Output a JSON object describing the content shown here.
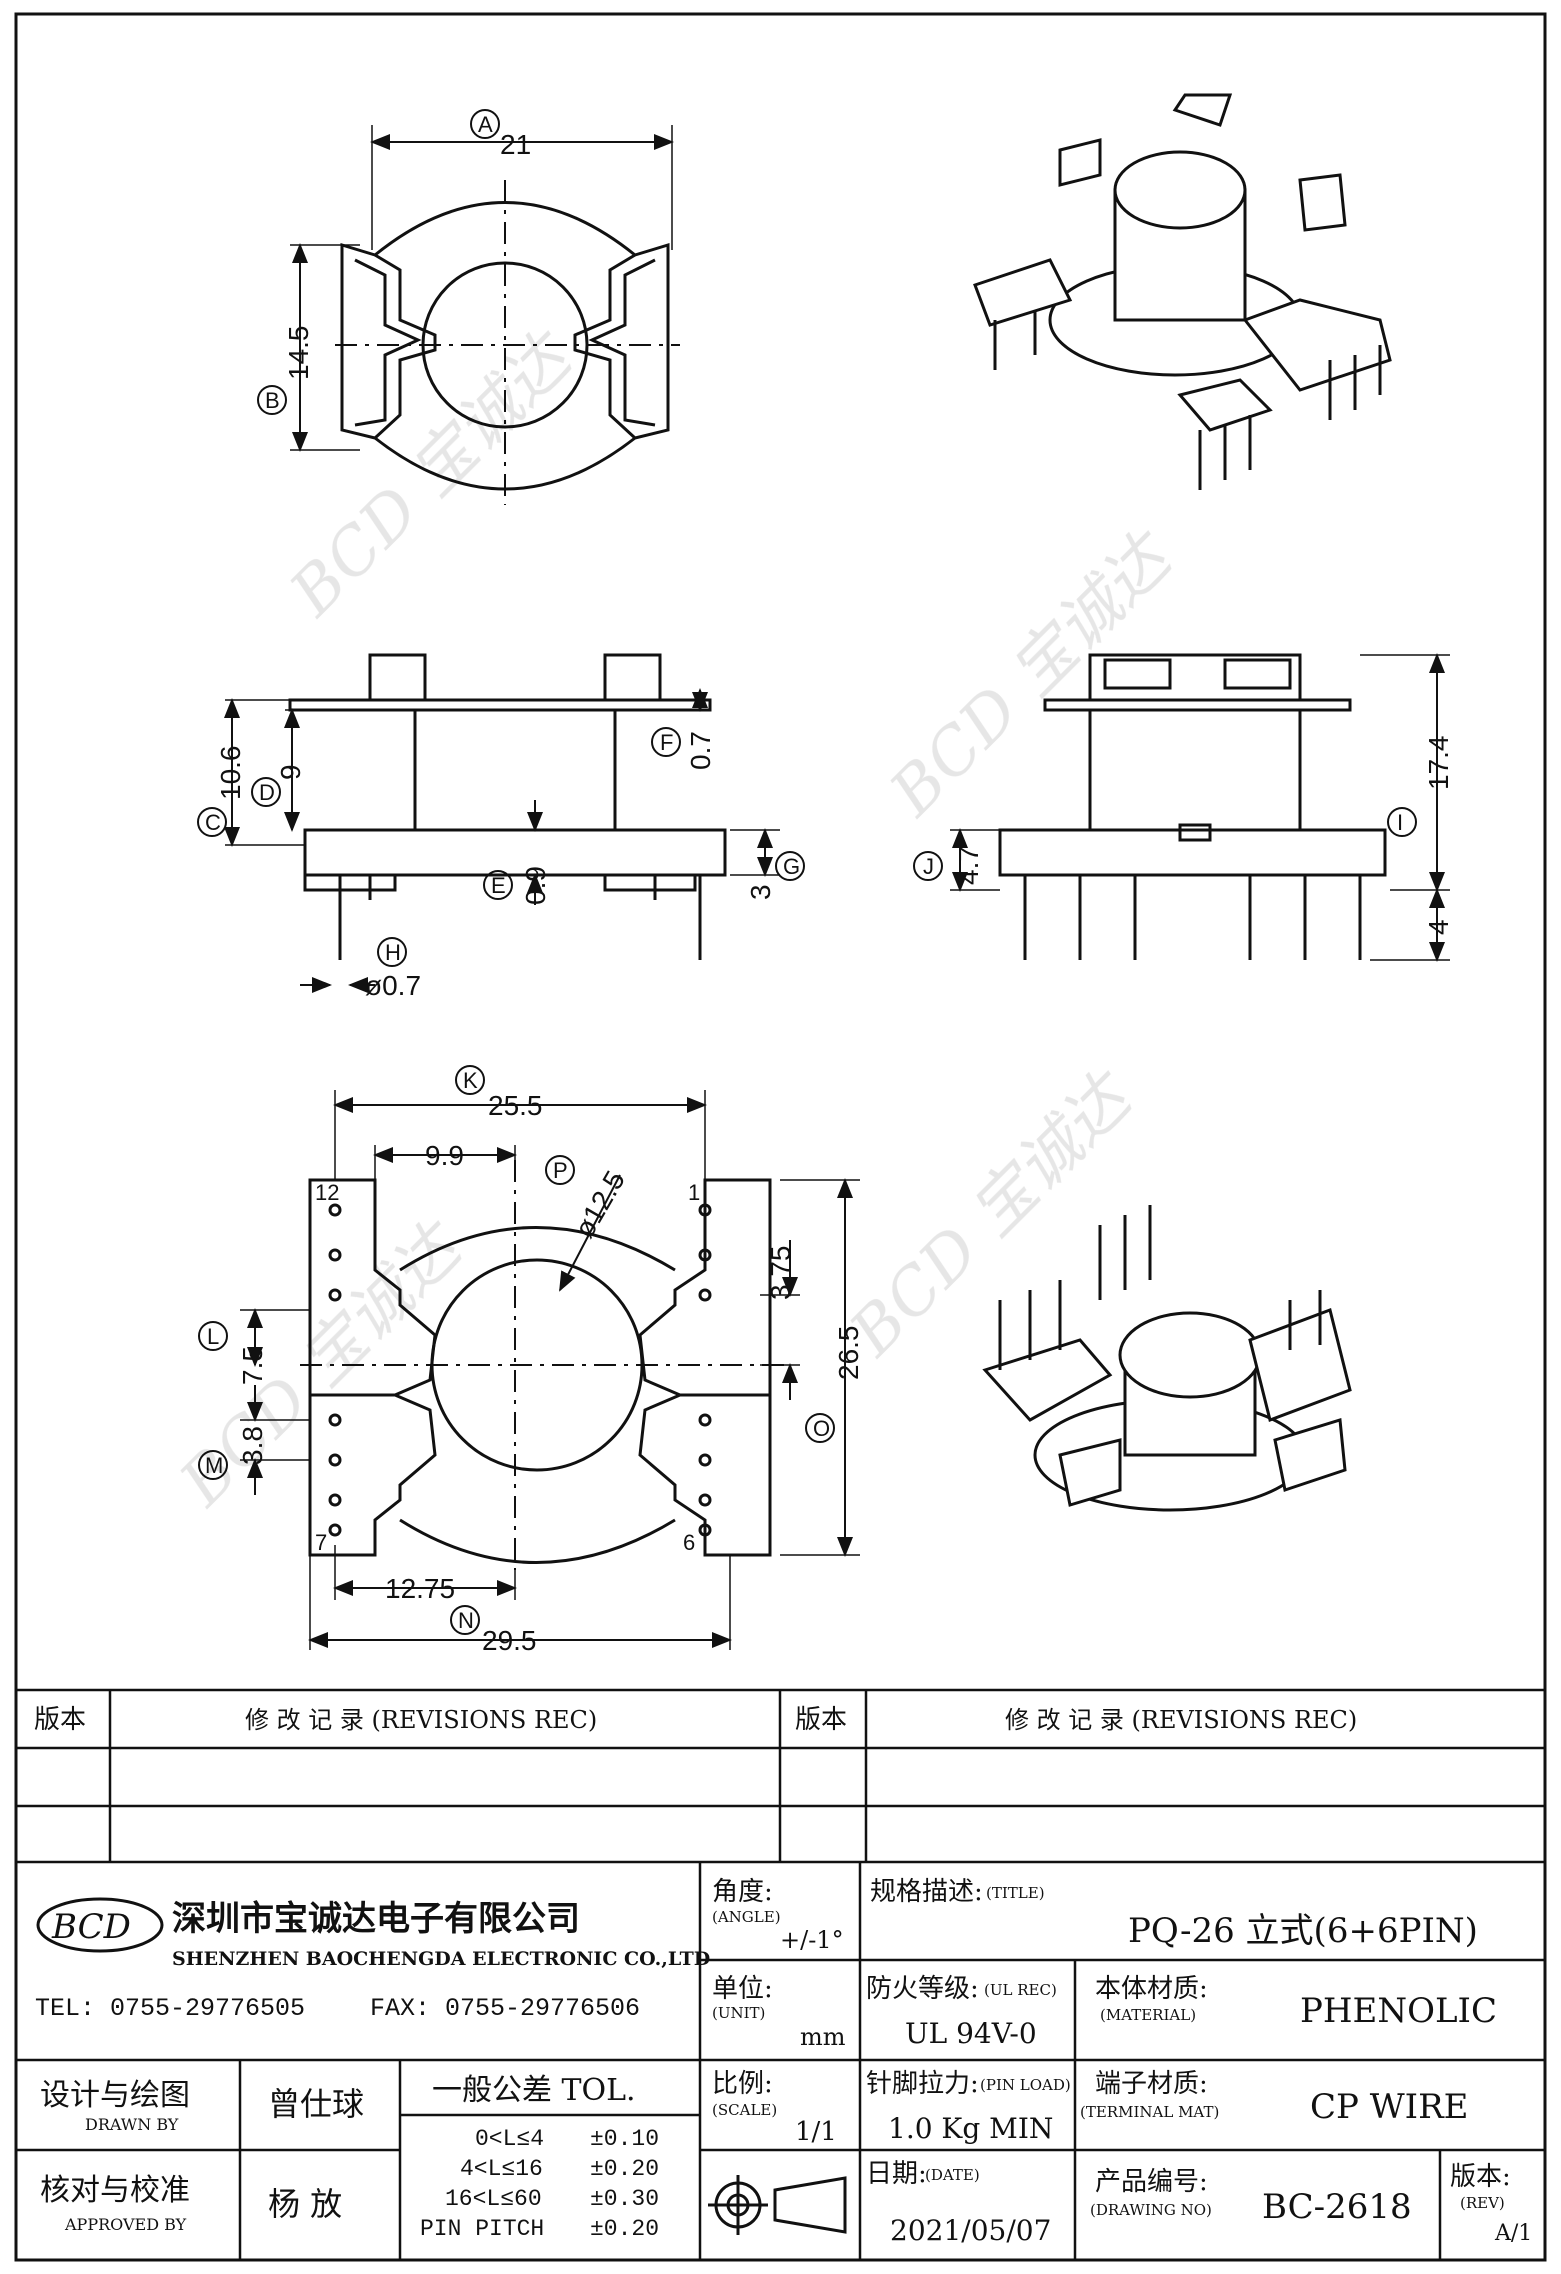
{
  "views": {
    "top": {
      "dim_A": "21",
      "dim_B": "14.5",
      "circle_labels": [
        "A",
        "B"
      ]
    },
    "front": {
      "dim_C": "10.6",
      "dim_D": "9",
      "dim_F": "0.7",
      "dim_E": "0.9",
      "dim_G": "3",
      "dim_H": "ø0.7",
      "circle_labels": [
        "C",
        "D",
        "E",
        "F",
        "G",
        "H"
      ]
    },
    "side": {
      "dim_I": "17.4",
      "dim_J": "4.7",
      "dim_bottom": "4",
      "circle_labels": [
        "I",
        "J"
      ]
    },
    "bottom": {
      "dim_K": "25.5",
      "dim_99": "9.9",
      "dim_P": "ø12.5",
      "dim_375": "3.75",
      "dim_L": "7.5",
      "dim_M": "3.8",
      "dim_O": "26.5",
      "dim_1275": "12.75",
      "dim_N": "29.5",
      "pin_labels": {
        "p12": "12",
        "p1": "1",
        "p7": "7",
        "p6": "6"
      },
      "circle_labels": [
        "K",
        "P",
        "L",
        "M",
        "O",
        "N"
      ]
    }
  },
  "watermark": "BCD 宝诚达",
  "revisions": {
    "left_header_ver": "版本",
    "left_header_rec": "修 改 记 录 (REVISIONS REC)",
    "right_header_ver": "版本",
    "right_header_rec": "修 改 记 录 (REVISIONS REC)"
  },
  "company": {
    "logo_text": "BCD",
    "name_cn": "深圳市宝诚达电子有限公司",
    "name_en": "SHENZHEN BAOCHENGDA ELECTRONIC CO.,LTD",
    "tel": "TEL: 0755-29776505",
    "fax": "FAX: 0755-29776506"
  },
  "title_block": {
    "angle_label": "角度:",
    "angle_label_en": "(ANGLE)",
    "angle_value": "+/-1°",
    "title_label": "规格描述:",
    "title_label_en": "(TITLE)",
    "title_value": "PQ-26 立式(6+6PIN)",
    "unit_label": "单位:",
    "unit_label_en": "(UNIT)",
    "unit_value": "mm",
    "ul_label": "防火等级:",
    "ul_label_en": "(UL REC)",
    "ul_value": "UL 94V-0",
    "material_label": "本体材质:",
    "material_label_en": "(MATERIAL)",
    "material_value": "PHENOLIC",
    "drawn_label": "设计与绘图",
    "drawn_label_en": "DRAWN BY",
    "drawn_value": "曾仕球",
    "tol_label": "一般公差 TOL.",
    "tol_rows": [
      {
        "range": "0<L≤4",
        "tol": "±0.10"
      },
      {
        "range": "4<L≤16",
        "tol": "±0.20"
      },
      {
        "range": "16<L≤60",
        "tol": "±0.30"
      },
      {
        "range": "PIN PITCH",
        "tol": "±0.20"
      }
    ],
    "scale_label": "比例:",
    "scale_label_en": "(SCALE)",
    "scale_value": "1/1",
    "pinload_label": "针脚拉力:",
    "pinload_label_en": "(PIN LOAD)",
    "pinload_value": "1.0 Kg MIN",
    "terminal_label": "端子材质:",
    "terminal_label_en": "(TERMINAL MAT)",
    "terminal_value": "CP WIRE",
    "approved_label": "核对与校准",
    "approved_label_en": "APPROVED BY",
    "approved_value": "杨  放",
    "date_label": "日期:",
    "date_label_en": "(DATE)",
    "date_value": "2021/05/07",
    "drawingno_label": "产品编号:",
    "drawingno_label_en": "(DRAWING NO)",
    "drawingno_value": "BC-2618",
    "rev_label": "版本:",
    "rev_label_en": "(REV)",
    "rev_value": "A/1"
  }
}
